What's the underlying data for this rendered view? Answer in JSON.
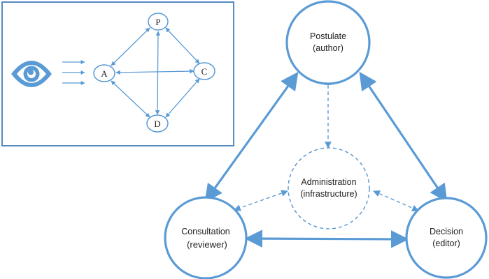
{
  "colors": {
    "accent": "#5b9bd5",
    "text": "#222222",
    "background": "#ffffff"
  },
  "inset": {
    "icon": "eye-icon",
    "nodes": {
      "p": "P",
      "a": "A",
      "c": "C",
      "d": "D"
    }
  },
  "main": {
    "postulate": {
      "line1": "Postulate",
      "line2": "(author)"
    },
    "consultation": {
      "line1": "Consultation",
      "line2": "(reviewer)"
    },
    "decision": {
      "line1": "Decision",
      "line2": "(editor)"
    },
    "administration": {
      "line1": "Administration",
      "line2": "(infrastructure)"
    }
  }
}
